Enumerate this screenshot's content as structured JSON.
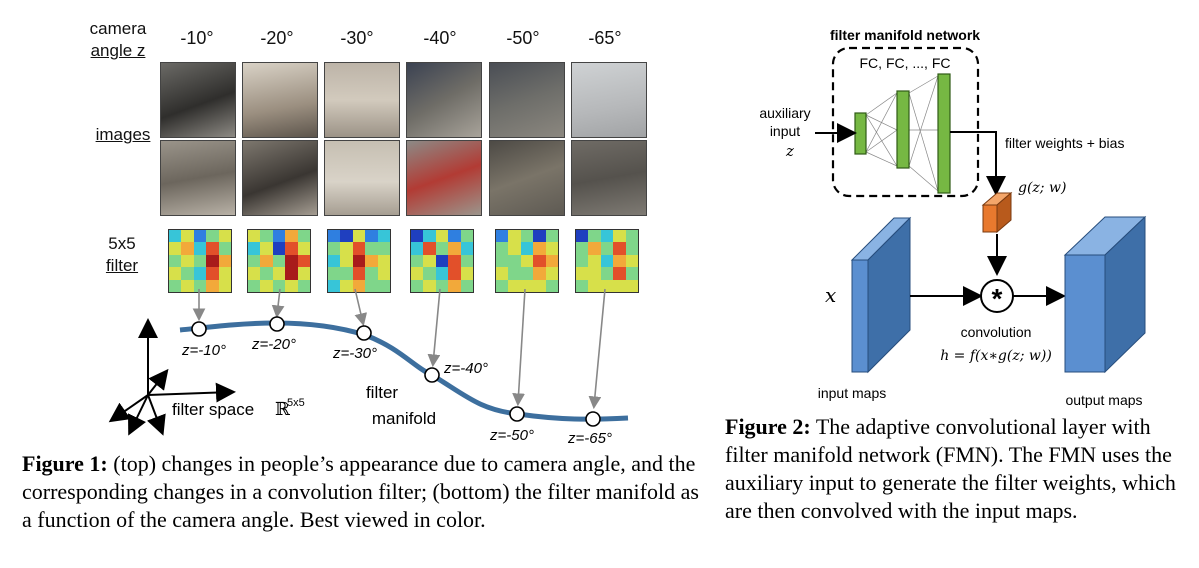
{
  "figure1": {
    "header": {
      "camera_line": "camera",
      "angle_line": "angle z",
      "images": "images",
      "filter_top": "5x5",
      "filter_bottom": "filter"
    },
    "angles": [
      "-10°",
      "-20°",
      "-30°",
      "-40°",
      "-50°",
      "-65°"
    ],
    "manifold_points": [
      "z=-10°",
      "z=-20°",
      "z=-30°",
      "z=-40°",
      "z=-50°",
      "z=-65°"
    ],
    "filter_space_label": "filter space",
    "filter_space_symbol": "ℝ",
    "filter_space_exp": "5x5",
    "manifold_label_1": "filter",
    "manifold_label_2": "manifold",
    "caption_bold": "Figure 1:",
    "caption_text": " (top) changes in people’s appearance due to camera angle, and the corresponding changes in a convolution filter; (bottom) the filter manifold as a function of the camera angle. Best viewed in color."
  },
  "figure2": {
    "network_title": "filter manifold network",
    "fc_label": "FC, FC, ..., FC",
    "aux_line1": "auxiliary",
    "aux_line2": "input",
    "aux_var": "z",
    "weights_label": "filter weights + bias",
    "g_label": "g(z; w)",
    "x_var": "x",
    "conv_symbol": "*",
    "convolution_label": "convolution",
    "h_formula": "h = f(x∗g(z; w))",
    "input_maps": "input maps",
    "output_maps": "output maps",
    "caption_bold": "Figure 2:",
    "caption_text": " The adaptive convolutional layer with filter manifold network (FMN). The FMN uses the auxiliary input to generate the filter weights, which are then convolved with the input maps."
  },
  "colors": {
    "curve": "#3d6f9e",
    "arrow_gray": "#888888",
    "green": "#76b843",
    "green_dark": "#4f8a2a",
    "blue_face": "#5b8fd0",
    "blue_side": "#3e6fa8",
    "blue_top": "#8ab3e3",
    "orange": "#e8792e"
  }
}
